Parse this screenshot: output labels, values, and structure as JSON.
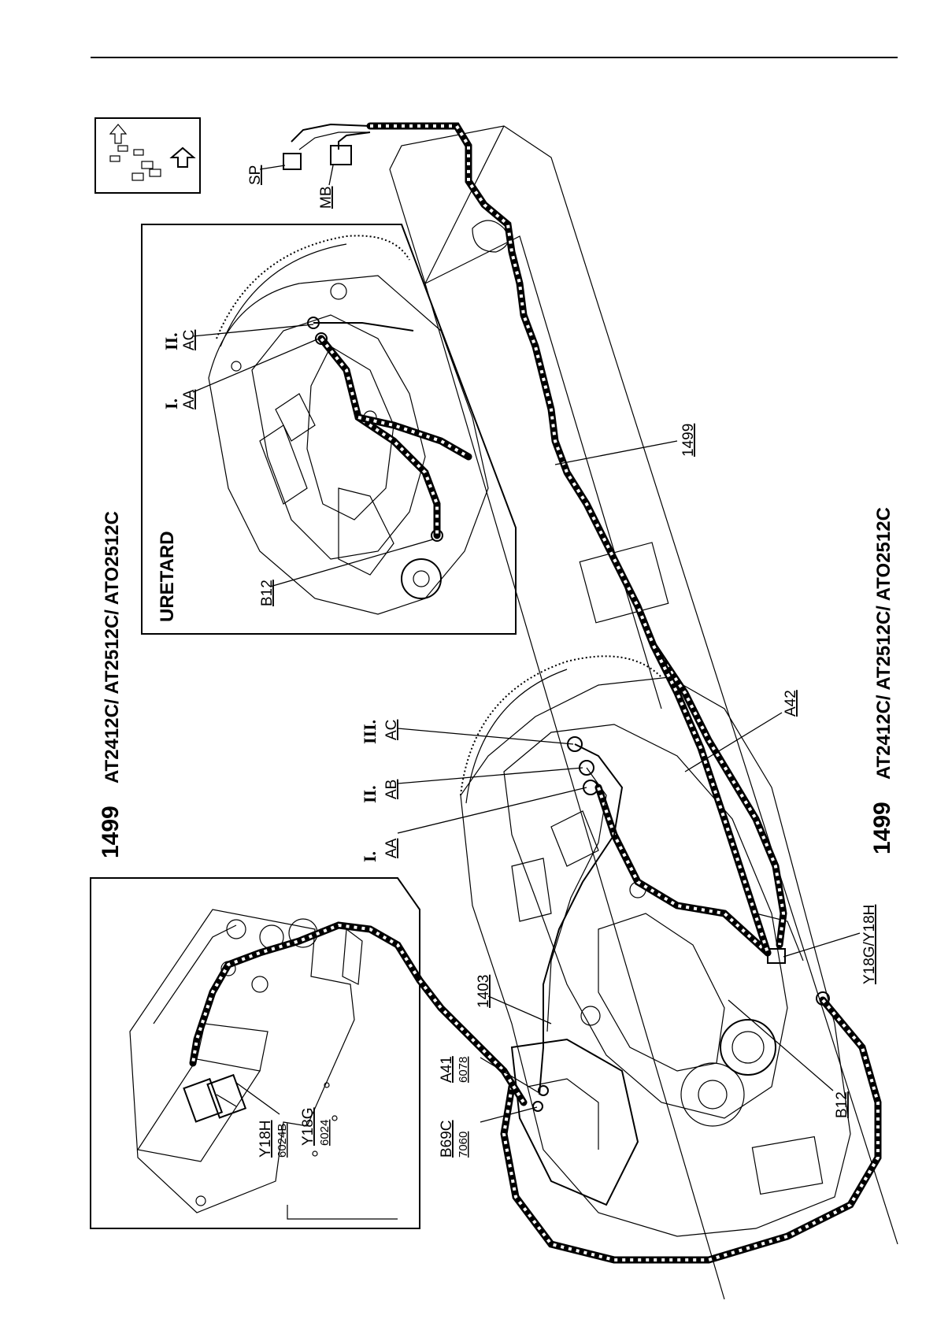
{
  "header": {
    "top_title_number": "1499",
    "top_title_models": "AT2412C/ AT2512C/ ATO2512C",
    "bottom_title_number": "1499",
    "bottom_title_models": "AT2412C/ AT2512C/ ATO2512C"
  },
  "inset_uretard": {
    "label": "URETARD",
    "callouts": {
      "b12": "B12",
      "aa_roman": "I.",
      "aa": "AA",
      "ac_roman": "II.",
      "ac": "AC"
    }
  },
  "inset_valve": {
    "callouts": {
      "y18h": "Y18H",
      "y18h_num": "6024B",
      "y18g": "Y18G",
      "y18g_num": "6024"
    }
  },
  "main_view": {
    "callouts": {
      "aa_roman": "I.",
      "aa": "AA",
      "ab_roman": "II.",
      "ab": "AB",
      "ac_roman": "III.",
      "ac": "AC",
      "a42": "A42",
      "harness_1499": "1499",
      "harness_1403": "1403",
      "a41": "A41",
      "a41_num": "6078",
      "b69c": "B69C",
      "b69c_num": "7060",
      "y18gy18h": "Y18G/Y18H",
      "b12": "B12",
      "sp": "SP",
      "mb": "MB"
    }
  },
  "orientation_icon": "vehicle-orientation-arrow-icon"
}
